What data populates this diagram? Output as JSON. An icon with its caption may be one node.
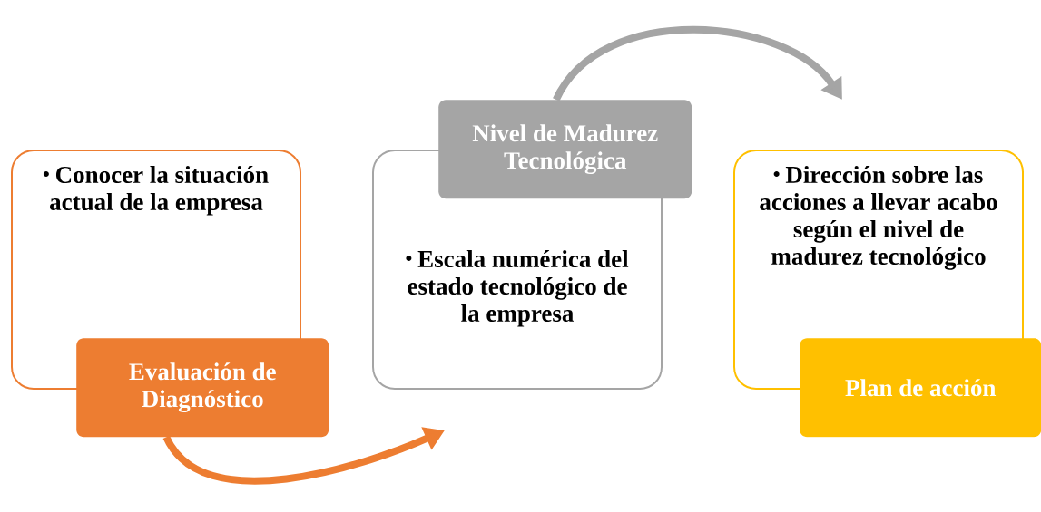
{
  "diagram": {
    "nodes": [
      {
        "text": [
          "Conocer la situación actual de la empresa"
        ]
      },
      {
        "text": [
          "Evaluación de Diagnóstico"
        ]
      },
      {
        "text": [
          "Escala numérica del estado tecnológico de la empresa"
        ]
      },
      {
        "text": [
          "Nivel de Madurez Tecnológica"
        ]
      },
      {
        "text": [
          "Dirección sobre las acciones a llevar acabo según el nivel de madurez tecnológico"
        ]
      },
      {
        "text": [
          "Plan de acción"
        ]
      }
    ],
    "edges": [
      {
        "from": 1,
        "to": 2,
        "arrow": "to",
        "color": "#ed7d31"
      },
      {
        "from": 3,
        "to": 4,
        "arrow": "to",
        "color": "#a5a5a5"
      }
    ]
  }
}
